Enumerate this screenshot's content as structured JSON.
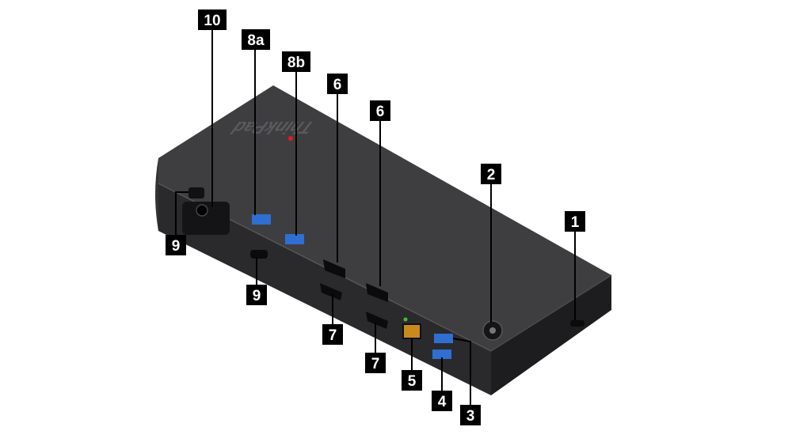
{
  "figure": {
    "brand_logo_text": "ThinkPad",
    "colors": {
      "body_top": "#3e3e40",
      "body_front": "#2a2a2c",
      "body_side": "#1d1d1f",
      "usb3_blue": "#2f6fd1",
      "leader_line": "#000000",
      "label_bg": "#000000",
      "label_text": "#ffffff",
      "led_red": "#e31b23",
      "led_green": "#3fbf3f",
      "ethernet_orange": "#c98a1b"
    },
    "callouts": [
      {
        "id": "c1",
        "label": "1",
        "icon": "security-lock-slot"
      },
      {
        "id": "c2",
        "label": "2",
        "icon": "power-button"
      },
      {
        "id": "c3",
        "label": "3",
        "icon": "usb-3-port"
      },
      {
        "id": "c4",
        "label": "4",
        "icon": "usb-3-port"
      },
      {
        "id": "c5",
        "label": "5",
        "icon": "ethernet-port"
      },
      {
        "id": "c6a",
        "label": "6",
        "icon": "displayport"
      },
      {
        "id": "c6b",
        "label": "6",
        "icon": "displayport"
      },
      {
        "id": "c7a",
        "label": "7",
        "icon": "hdmi-port"
      },
      {
        "id": "c7b",
        "label": "7",
        "icon": "hdmi-port"
      },
      {
        "id": "c8a",
        "label": "8a",
        "icon": "usb-3-port"
      },
      {
        "id": "c8b",
        "label": "8b",
        "icon": "usb-3-port"
      },
      {
        "id": "c9a",
        "label": "9",
        "icon": "usb-c-port"
      },
      {
        "id": "c9b",
        "label": "9",
        "icon": "usb-c-port"
      },
      {
        "id": "c10",
        "label": "10",
        "icon": "power-connector"
      }
    ]
  }
}
